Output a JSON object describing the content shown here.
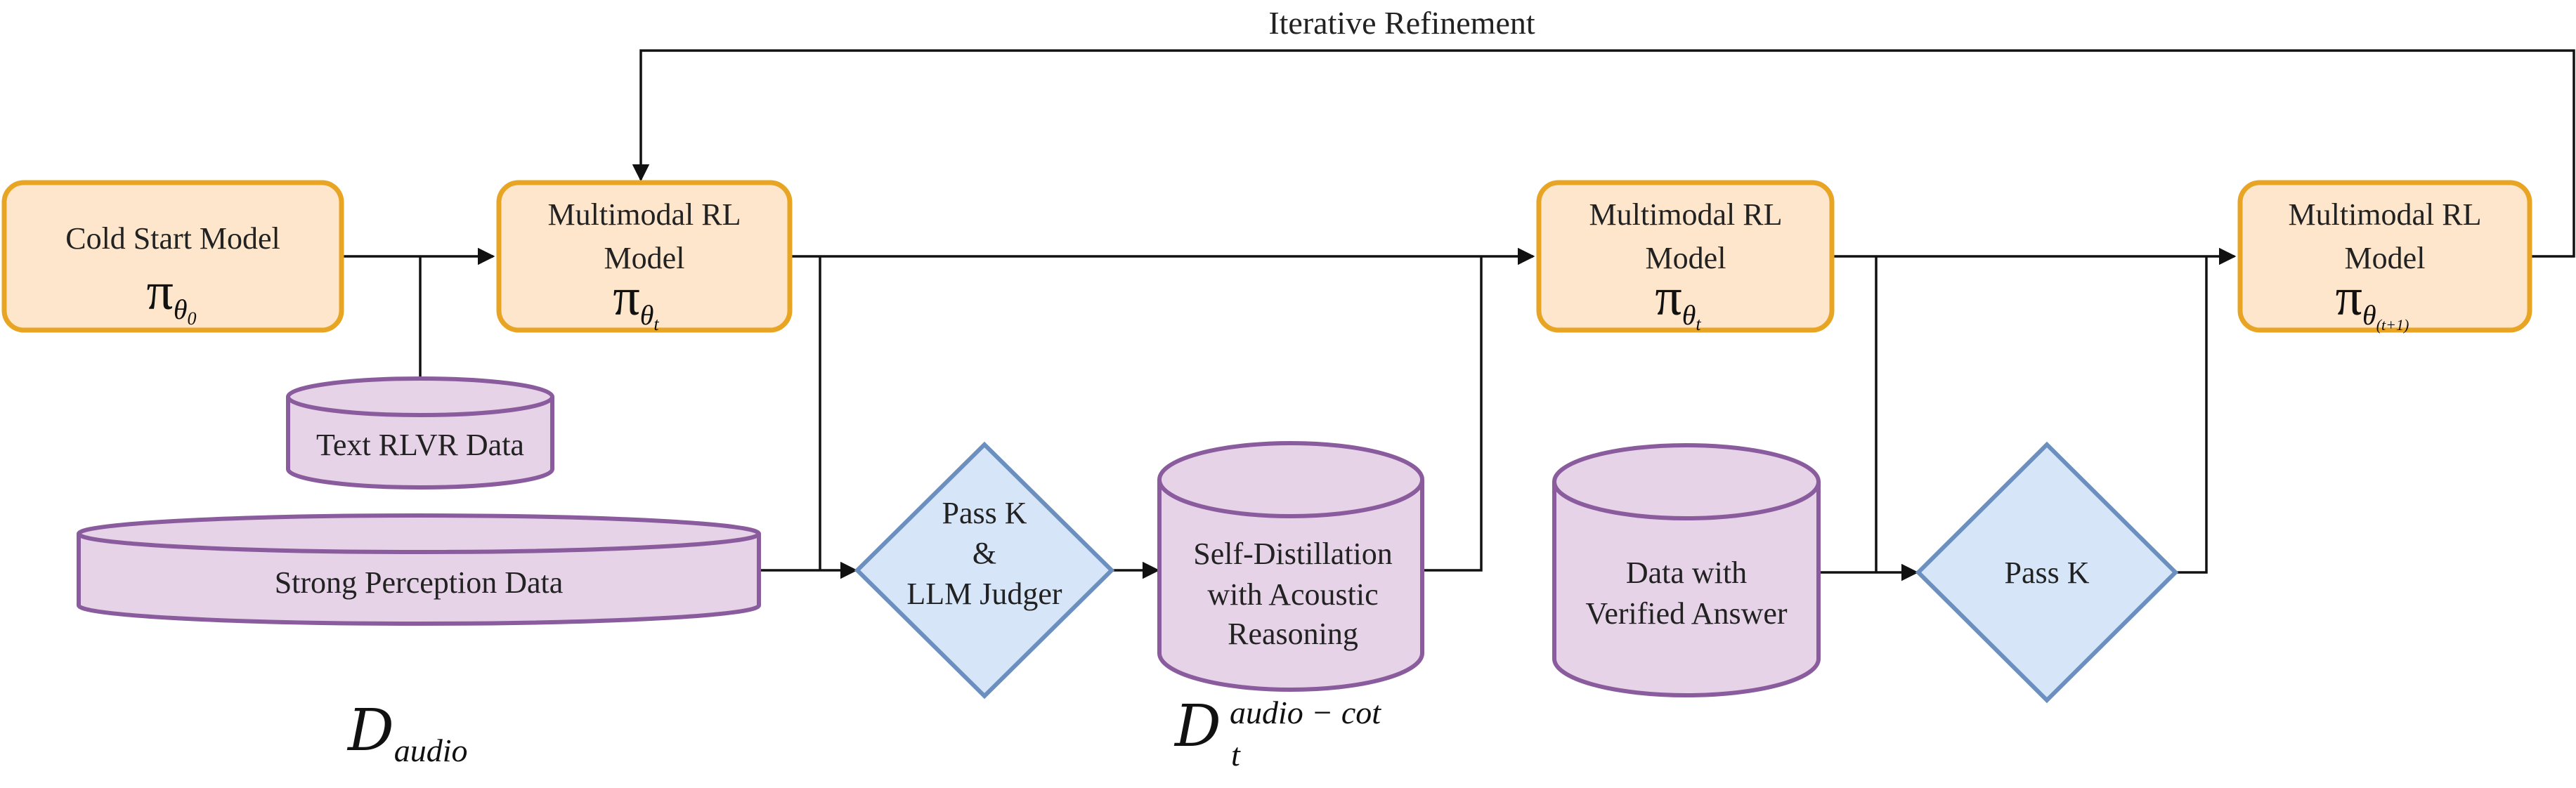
{
  "feedback": {
    "label": "Iterative Refinement"
  },
  "models": {
    "cold_start": {
      "line1": "Cold Start Model",
      "pi": "π",
      "sub": "θ",
      "subsub": "0"
    },
    "rl_1": {
      "line1": "Multimodal RL",
      "line2": "Model",
      "pi": "π",
      "sub": "θ",
      "subsub": "t"
    },
    "rl_2": {
      "line1": "Multimodal RL",
      "line2": "Model",
      "pi": "π",
      "sub": "θ",
      "subsub": "t"
    },
    "rl_3": {
      "line1": "Multimodal RL",
      "line2": "Model",
      "pi": "π",
      "sub": "θ",
      "subsub": "(t+1)"
    }
  },
  "datasets": {
    "text_rlvr": {
      "label": "Text RLVR Data"
    },
    "strong_perception": {
      "label": "Strong Perception Data"
    },
    "self_distillation": {
      "line1": "Self-Distillation",
      "line2": "with Acoustic",
      "line3": "Reasoning"
    },
    "verified": {
      "line1": "Data with",
      "line2": "Verified Answer"
    }
  },
  "filters": {
    "pass_k_llm": {
      "line1": "Pass K",
      "line2": "&",
      "line3": "LLM Judger"
    },
    "pass_k": {
      "line1": "Pass K"
    }
  },
  "math_labels": {
    "d_audio": {
      "symbol": "D",
      "sub": "audio"
    },
    "d_audio_cot": {
      "symbol": "D",
      "sup": "audio − cot",
      "sub": "t"
    }
  },
  "colors": {
    "model_fill": "#fde6cc",
    "model_stroke": "#e8a524",
    "data_fill": "#e6d3e8",
    "data_stroke": "#8a5c9e",
    "diamond_fill": "#d6e6f8",
    "diamond_stroke": "#6b8fbf"
  }
}
